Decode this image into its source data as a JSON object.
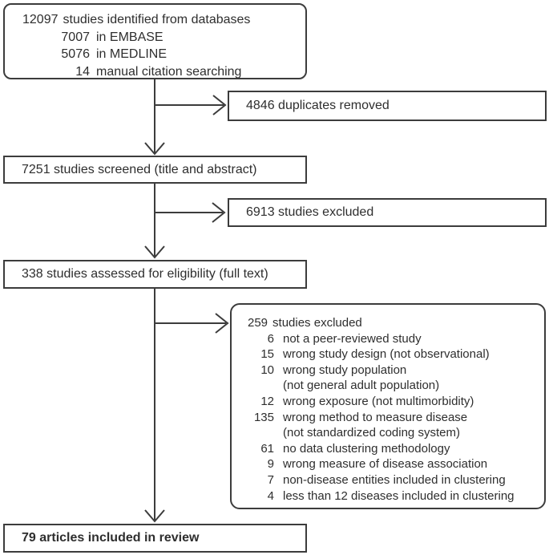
{
  "diagram": {
    "identified": {
      "count": "12097",
      "label": "studies identified from databases",
      "sources": [
        {
          "num": "7007",
          "text": "in EMBASE"
        },
        {
          "num": "5076",
          "text": "in MEDLINE"
        },
        {
          "num": "14",
          "text": "manual citation searching"
        }
      ]
    },
    "duplicates_removed": "4846 duplicates removed",
    "screened": "7251 studies screened (title and abstract)",
    "excluded_screening": "6913 studies excluded",
    "assessed": "338 studies assessed for eligibility (full text)",
    "excluded_fulltext": {
      "count": "259",
      "label": "studies excluded",
      "reasons": [
        {
          "num": "6",
          "text": "not a peer-reviewed study"
        },
        {
          "num": "15",
          "text": "wrong study design (not observational)"
        },
        {
          "num": "10",
          "text": "wrong study population",
          "cont": "(not general adult population)"
        },
        {
          "num": "12",
          "text": "wrong exposure (not multimorbidity)"
        },
        {
          "num": "135",
          "text": "wrong method to measure disease",
          "cont": "(not standardized coding system)"
        },
        {
          "num": "61",
          "text": "no data clustering methodology"
        },
        {
          "num": "9",
          "text": "wrong measure of disease association"
        },
        {
          "num": "7",
          "text": "non-disease entities included in clustering"
        },
        {
          "num": "4",
          "text": "less than 12 diseases included in clustering"
        }
      ]
    },
    "included": "79 articles included in review"
  },
  "colors": {
    "line": "#3c3c3c",
    "text": "#2e2e2e",
    "background": "#ffffff"
  }
}
